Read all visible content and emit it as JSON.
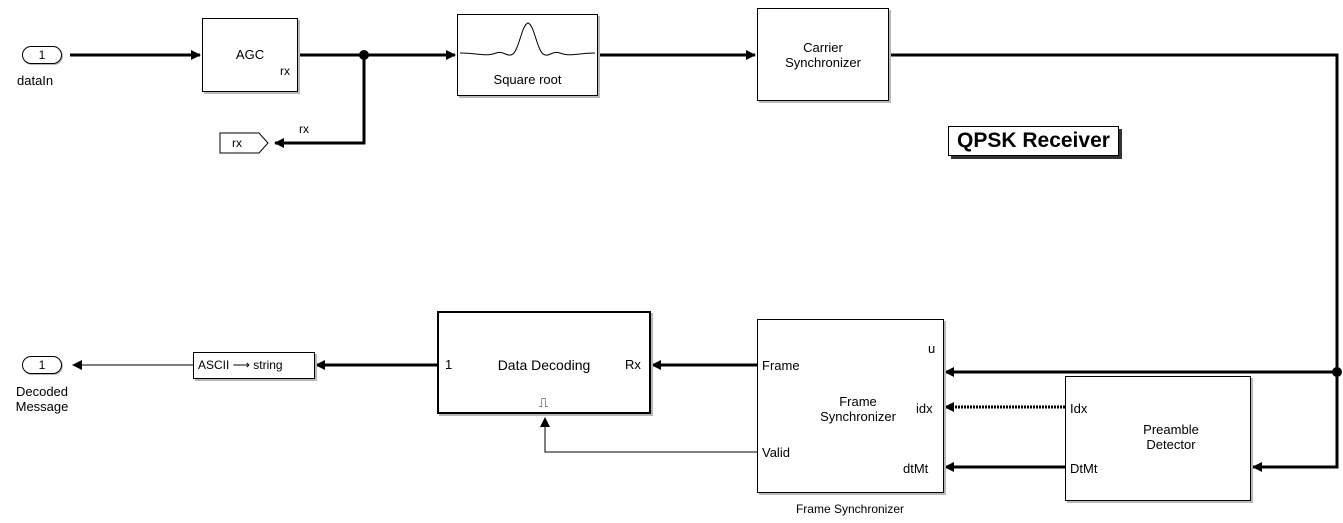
{
  "title": "QPSK Receiver",
  "inports": [
    {
      "number": "1",
      "label": "dataIn"
    }
  ],
  "outports": [
    {
      "number": "1",
      "label": "Decoded\nMessage"
    }
  ],
  "goto_tag": "rx",
  "blocks": {
    "agc": {
      "name": "AGC",
      "out_port": "rx"
    },
    "square_root": {
      "name": "Square root"
    },
    "carrier_sync": {
      "name": "Carrier\nSynchronizer"
    },
    "ascii_string": {
      "left": "ASCII",
      "arrow": "⟶",
      "right": "string"
    },
    "data_decoding": {
      "name": "Data Decoding",
      "in_port": "1",
      "out_port": "Rx",
      "trigger_symbol": "⎍"
    },
    "frame_sync": {
      "name": "Frame\nSynchronizer",
      "caption": "Frame Synchronizer",
      "ports": {
        "frame": "Frame",
        "valid": "Valid",
        "u": "u",
        "idx": "idx",
        "dtmt": "dtMt"
      }
    },
    "preamble": {
      "name": "Preamble\nDetector",
      "ports": {
        "idx": "Idx",
        "dtmt": "DtMt"
      }
    }
  },
  "signal_labels": {
    "branch_rx": "rx"
  }
}
